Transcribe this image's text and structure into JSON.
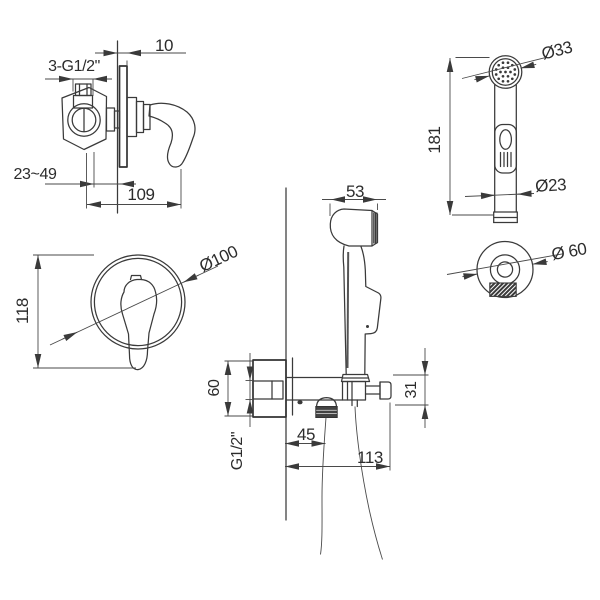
{
  "drawing": {
    "background": "#ffffff",
    "line_color": "#3a3a3a",
    "views": {
      "mixer_side": {
        "labels": {
          "plate_offset": "10",
          "ports_thread": "3-G1/2\"",
          "depth_range": "23~49",
          "body_width": "109"
        }
      },
      "handshower_front": {
        "labels": {
          "head_diameter": "Ø33",
          "total_height": "181",
          "handle_diameter": "Ø23"
        }
      },
      "bracket_front": {
        "labels": {
          "diameter": "Ø 60"
        }
      },
      "mixer_front": {
        "labels": {
          "plate_diameter": "Ø100",
          "total_height": "118"
        }
      },
      "wall_assembly_side": {
        "labels": {
          "head_width": "53",
          "elbow_plate_size": "60",
          "elbow_thread": "G1/2\"",
          "hose_outlet_offset": "45",
          "holder_offset": "113",
          "holder_height": "31"
        }
      }
    }
  }
}
